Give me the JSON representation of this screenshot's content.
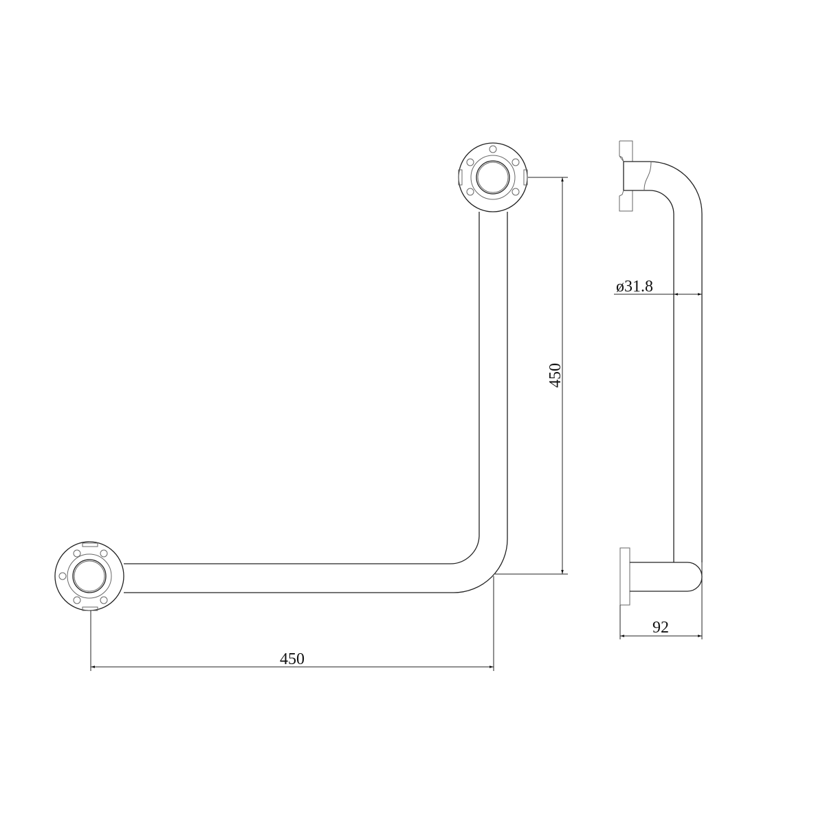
{
  "drawing": {
    "front_view": {
      "horizontal_dimension": "450",
      "vertical_dimension": "450"
    },
    "side_view": {
      "diameter_dimension": "ø31.8",
      "projection_dimension": "92"
    },
    "line_color": "#222222",
    "background_color": "#ffffff"
  }
}
